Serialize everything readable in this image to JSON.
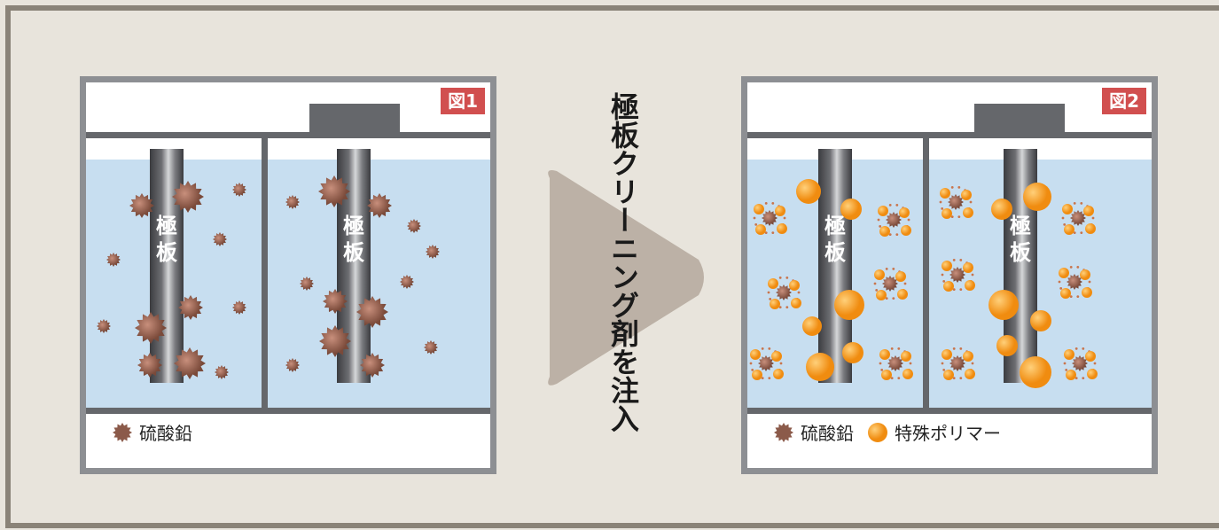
{
  "fig1": {
    "tag": "図1",
    "plate_label_1": "極",
    "plate_label_2": "板",
    "legend_label": "硫酸鉛"
  },
  "fig2": {
    "tag": "図2",
    "plate_label_1": "極",
    "plate_label_2": "板",
    "legend_label_1": "硫酸鉛",
    "legend_label_2": "特殊ポリマー"
  },
  "center": {
    "text": "極板クリーニング剤を注入"
  },
  "colors": {
    "background": "#e8e4dc",
    "frame": "#8a8378",
    "electrolyte": "#c7def0",
    "plate": "#6d6e72",
    "tag": "#d14f4f",
    "lead_sulfate": "#8b5a4a",
    "polymer": "#f39a1f",
    "arrow": "#bcb1a6"
  }
}
